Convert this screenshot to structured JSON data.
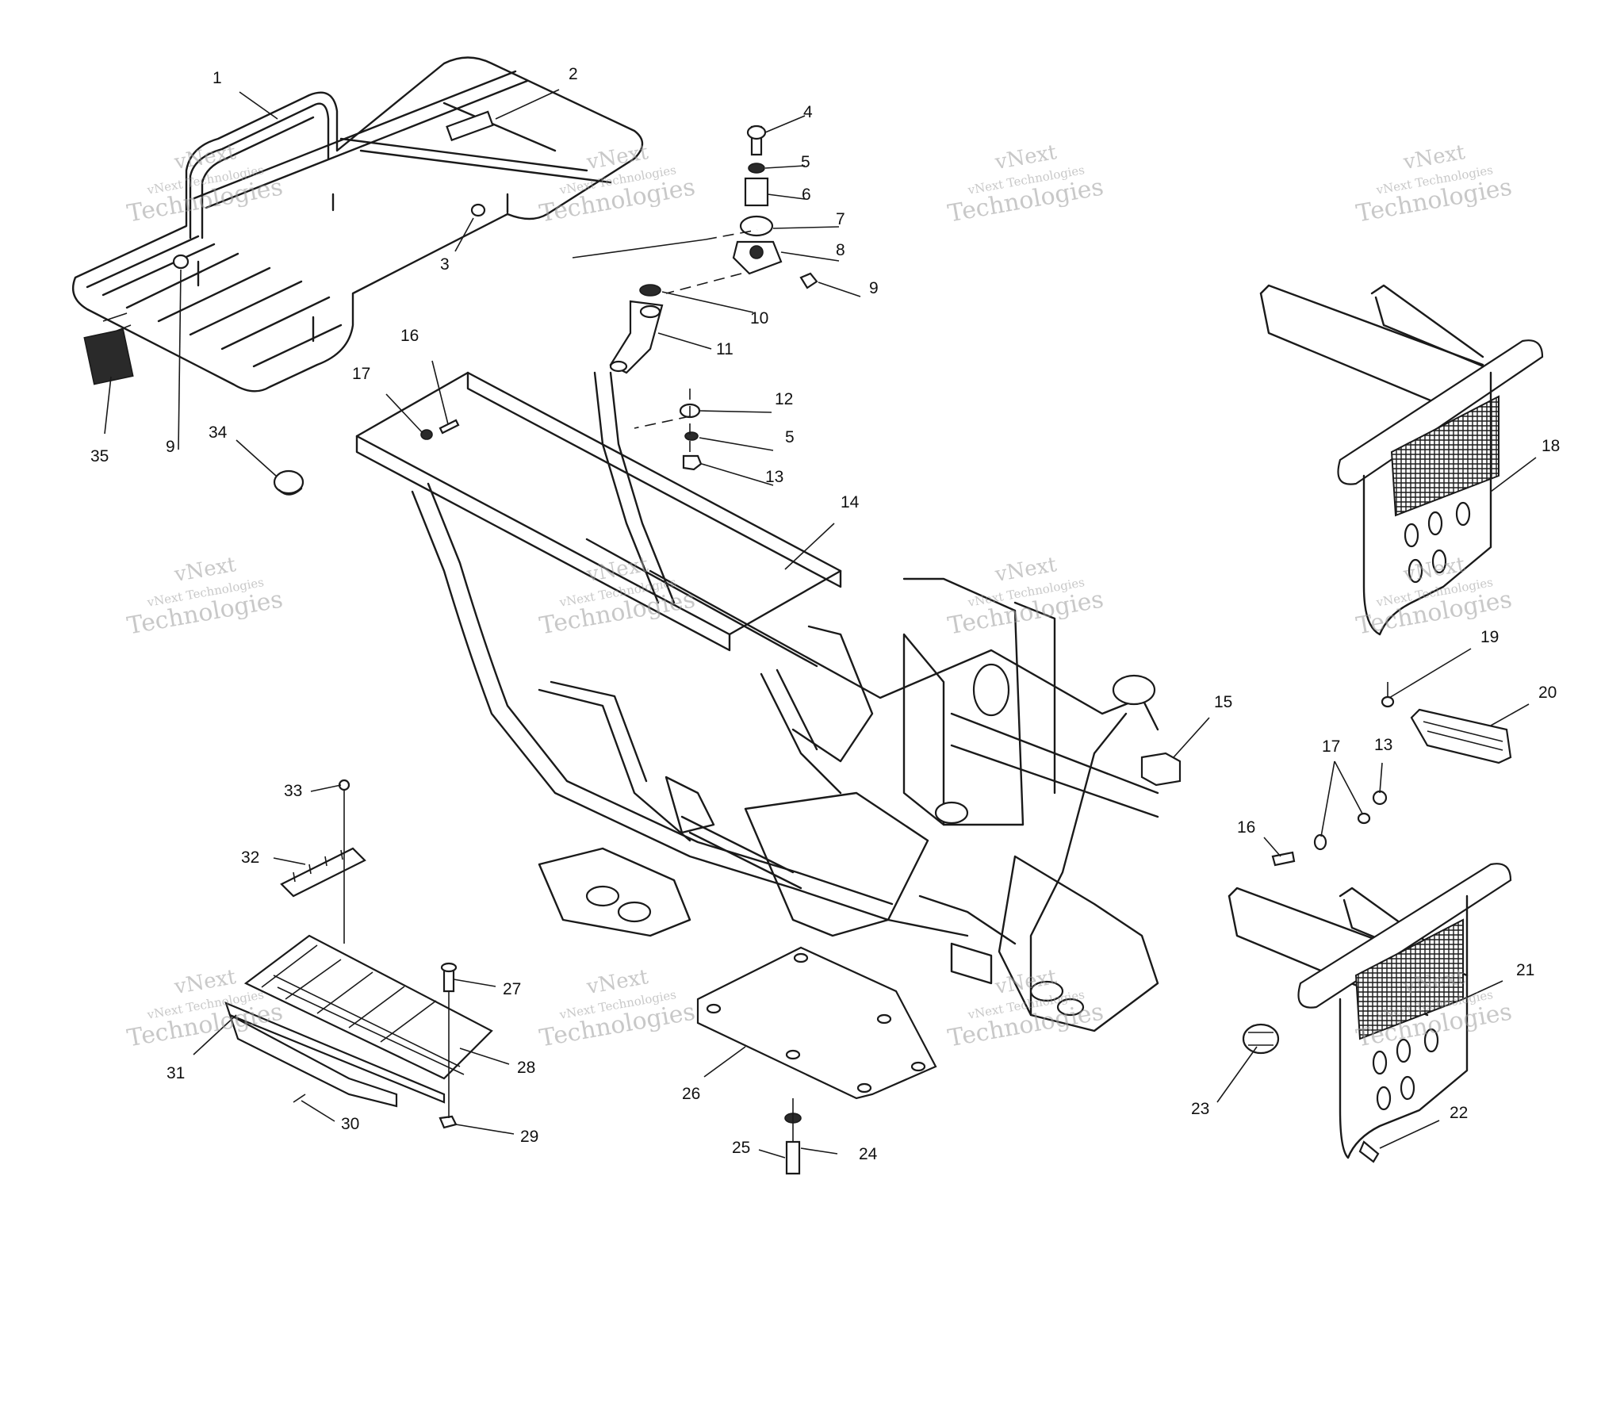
{
  "diagram": {
    "callouts": [
      "1",
      "2",
      "3",
      "4",
      "5",
      "6",
      "7",
      "8",
      "9",
      "10",
      "11",
      "12",
      "5",
      "13",
      "14",
      "16",
      "17",
      "9",
      "35",
      "34",
      "15",
      "18",
      "19",
      "20",
      "17",
      "13",
      "16",
      "21",
      "23",
      "22",
      "33",
      "32",
      "27",
      "28",
      "29",
      "30",
      "31",
      "26",
      "25",
      "24"
    ],
    "watermark": {
      "line1": "vNext Technologies",
      "line2": "Technologies",
      "line3": "vNext"
    }
  }
}
